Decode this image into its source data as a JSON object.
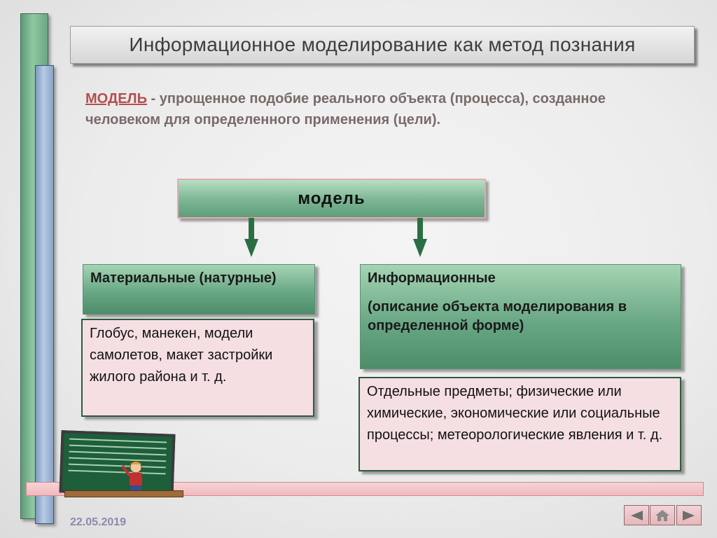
{
  "title": "Информационное моделирование как метод познания",
  "definition": {
    "term": "МОДЕЛЬ",
    "separator": " - ",
    "text": "упрощенное подобие реального объекта (процесса), созданное человеком для определенного применения (цели)."
  },
  "root": {
    "label": "модель"
  },
  "branches": {
    "material": {
      "title": "Материальные (натурные)",
      "examples": "Глобус, манекен, модели самолетов, макет застройки жилого района и т. д."
    },
    "information": {
      "title": "Информационные",
      "subtitle": "(описание объекта моделирования в определенной форме)",
      "examples": "Отдельные предметы; физические или химические, экономические или социальные процессы; метеорологические явления и т. д."
    }
  },
  "date": "22.05.2019",
  "nav": {
    "prev_icon": "arrow-left-icon",
    "home_icon": "home-icon",
    "next_icon": "arrow-right-icon"
  },
  "colors": {
    "green_box": "#6aa885",
    "pink_box": "#f5dfe2",
    "arrow": "#2c6e44",
    "term": "#b1504f"
  }
}
